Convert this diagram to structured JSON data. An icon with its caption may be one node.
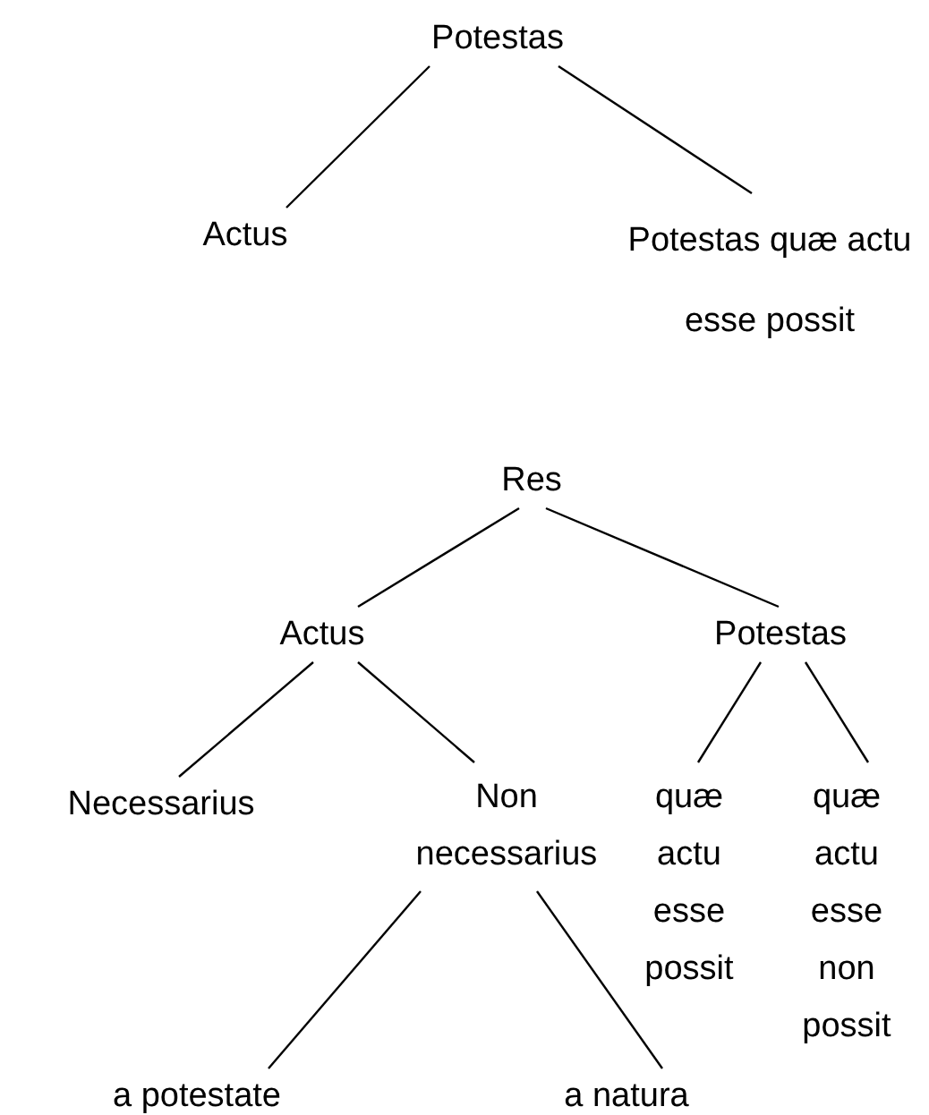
{
  "diagram": {
    "nodes": [
      {
        "text": [
          "Potestas"
        ]
      },
      {
        "text": [
          "Actus"
        ]
      },
      {
        "text": [
          "Potestas quæ actu esse possit"
        ]
      },
      {
        "text": [
          "Res"
        ]
      },
      {
        "text": [
          "Actus"
        ]
      },
      {
        "text": [
          "Potestas"
        ]
      },
      {
        "text": [
          "Necessarius"
        ]
      },
      {
        "text": [
          "Non necessarius"
        ]
      },
      {
        "text": [
          "quæ actu esse possit"
        ]
      },
      {
        "text": [
          "quæ actu esse non possit"
        ]
      },
      {
        "text": [
          "a potestate"
        ]
      },
      {
        "text": [
          "a natura"
        ]
      }
    ],
    "edges": [
      {
        "from": 0,
        "to": 1,
        "arrow": "none"
      },
      {
        "from": 0,
        "to": 2,
        "arrow": "none"
      },
      {
        "from": 3,
        "to": 4,
        "arrow": "none"
      },
      {
        "from": 3,
        "to": 5,
        "arrow": "none"
      },
      {
        "from": 4,
        "to": 6,
        "arrow": "none"
      },
      {
        "from": 4,
        "to": 7,
        "arrow": "none"
      },
      {
        "from": 5,
        "to": 8,
        "arrow": "none"
      },
      {
        "from": 5,
        "to": 9,
        "arrow": "none"
      },
      {
        "from": 7,
        "to": 10,
        "arrow": "none"
      },
      {
        "from": 7,
        "to": 11,
        "arrow": "none"
      }
    ]
  }
}
